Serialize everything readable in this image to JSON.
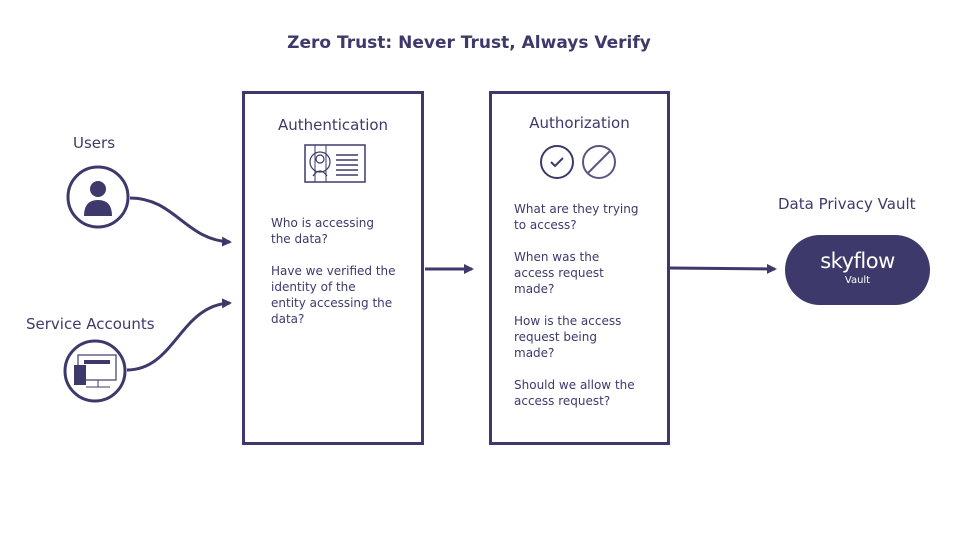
{
  "title": "Zero Trust: Never Trust, Always Verify",
  "sources": {
    "users": {
      "label": "Users",
      "icon": "user-icon"
    },
    "service_accounts": {
      "label": "Service Accounts",
      "icon": "computer-icon"
    }
  },
  "authentication": {
    "title": "Authentication",
    "icon": "id-card-icon",
    "paragraphs": [
      [
        "Who is accessing",
        "the data?"
      ],
      [
        "Have we verified the",
        "identity of the",
        "entity accessing the",
        "data?"
      ]
    ]
  },
  "authorization": {
    "title": "Authorization",
    "icons": [
      "check-circle-icon",
      "block-circle-icon"
    ],
    "paragraphs": [
      [
        "What are they trying",
        "to access?"
      ],
      [
        "When was the",
        "access request",
        "made?"
      ],
      [
        "How is the access",
        "request being",
        "made?"
      ],
      [
        "Should we allow the",
        "access request?"
      ]
    ]
  },
  "vault": {
    "label": "Data Privacy Vault",
    "logo": "skyflow",
    "sub": "Vault"
  },
  "colors": {
    "primary": "#3d3a6b",
    "background": "#ffffff"
  }
}
